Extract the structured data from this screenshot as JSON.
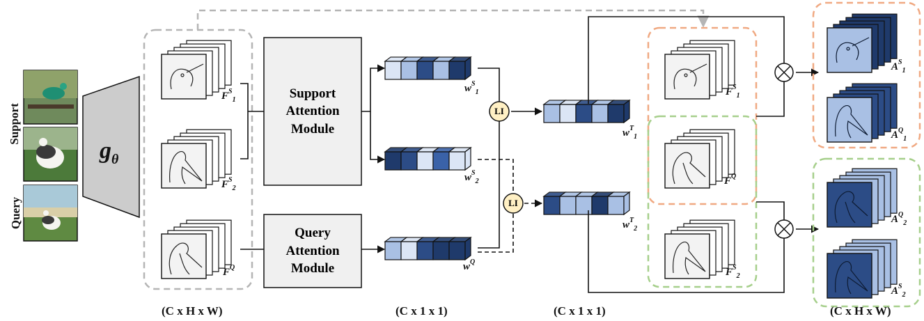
{
  "images": {
    "support_label": "Support",
    "query_label": "Query"
  },
  "backbone": {
    "label_base": "g",
    "label_sub": "θ",
    "color": "#cccccc"
  },
  "modules": {
    "support": [
      "Support",
      "Attention",
      "Module"
    ],
    "query": [
      "Query",
      "Attention",
      "Module"
    ]
  },
  "features": {
    "f1s": {
      "base": "F",
      "sup": "S",
      "sub": "1"
    },
    "f2s": {
      "base": "F",
      "sup": "S",
      "sub": "2"
    },
    "fq": {
      "base": "F",
      "sup": "Q",
      "sub": ""
    }
  },
  "vectors": {
    "w1s": {
      "base": "w",
      "sup": "S",
      "sub": "1"
    },
    "w2s": {
      "base": "w",
      "sup": "S",
      "sub": "2"
    },
    "wq": {
      "base": "w",
      "sup": "Q",
      "sub": ""
    },
    "w1t": {
      "base": "w",
      "sup": "T",
      "sub": "1"
    },
    "w2t": {
      "base": "w",
      "sup": "T",
      "sub": "2"
    }
  },
  "li_label": "LI",
  "right_features": {
    "f1s": {
      "base": "F",
      "sup": "S",
      "sub": "1"
    },
    "fq": {
      "base": "F",
      "sup": "Q",
      "sub": ""
    },
    "f2s": {
      "base": "F",
      "sup": "S",
      "sub": "2"
    }
  },
  "outputs": {
    "a1s": {
      "base": "A",
      "sup": "S",
      "sub": "1"
    },
    "a1q": {
      "base": "A",
      "sup": "Q",
      "sub": "1"
    },
    "a2q": {
      "base": "A",
      "sup": "Q",
      "sub": "2"
    },
    "a2s": {
      "base": "A",
      "sup": "S",
      "sub": "2"
    }
  },
  "dimensions": [
    "(C x H x W)",
    "(C x 1 x 1)",
    "(C x 1 x 1)",
    "(C x H x W)"
  ],
  "colors": {
    "orange": "#f0a982",
    "green": "#a6cf8b",
    "gray_dash": "#b5b5b5",
    "li_fill": "#fff0c4",
    "module_fill": "#f0f0f0",
    "blue_dark": "#1f3a6b",
    "blue_mid": "#3a62a8",
    "blue_light": "#a9c0e4",
    "blue_pale": "#dbe5f5"
  },
  "vector_colors": {
    "w1s": [
      "#dbe5f5",
      "#a9c0e4",
      "#2c4c86",
      "#a9c0e4",
      "#1f3a6b"
    ],
    "w2s": [
      "#1f3a6b",
      "#2c4c86",
      "#dbe5f5",
      "#3a62a8",
      "#dbe5f5"
    ],
    "wq": [
      "#a9c0e4",
      "#dbe5f5",
      "#2c4c86",
      "#1f3a6b",
      "#1f3a6b"
    ],
    "w1t": [
      "#a9c0e4",
      "#dbe5f5",
      "#2c4c86",
      "#a9c0e4",
      "#1f3a6b"
    ],
    "w2t": [
      "#2c4c86",
      "#a9c0e4",
      "#a9c0e4",
      "#1f3a6b",
      "#a9c0e4"
    ]
  }
}
